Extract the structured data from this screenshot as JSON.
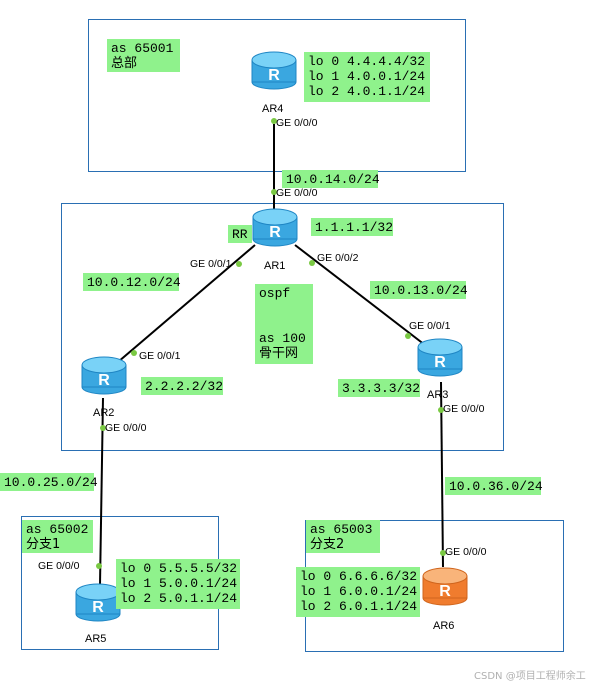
{
  "areas": {
    "hq": {
      "as": "as 65001",
      "name": "总部"
    },
    "backbone": {
      "proto": "ospf",
      "as": "as 100",
      "name": "骨干网"
    },
    "branch1": {
      "as": "as 65002",
      "name": "分支1"
    },
    "branch2": {
      "as": "as 65003",
      "name": "分支2"
    }
  },
  "routers": {
    "ar1": {
      "name": "AR1",
      "role": "RR",
      "loopback": "1.1.1.1/32",
      "color": "#3fb0e8"
    },
    "ar2": {
      "name": "AR2",
      "loopback": "2.2.2.2/32",
      "color": "#3fb0e8"
    },
    "ar3": {
      "name": "AR3",
      "loopback": "3.3.3.3/32",
      "color": "#3fb0e8"
    },
    "ar4": {
      "name": "AR4",
      "loopbacks": [
        "lo 0 4.4.4.4/32",
        "lo 1 4.0.0.1/24",
        "lo 2 4.0.1.1/24"
      ],
      "color": "#3fb0e8"
    },
    "ar5": {
      "name": "AR5",
      "loopbacks": [
        "lo 0 5.5.5.5/32",
        "lo 1 5.0.0.1/24",
        "lo 2 5.0.1.1/24"
      ],
      "color": "#3fb0e8"
    },
    "ar6": {
      "name": "AR6",
      "loopbacks": [
        "lo 0 6.6.6.6/32",
        "lo 1 6.0.0.1/24",
        "lo 2 6.0.1.1/24"
      ],
      "color": "#f28a3c"
    }
  },
  "links": {
    "ar1_ar4": {
      "subnet": "10.0.14.0/24",
      "port_ar4": "GE 0/0/0",
      "port_ar1": "GE 0/0/0"
    },
    "ar1_ar2": {
      "subnet": "10.0.12.0/24",
      "port_ar1": "GE 0/0/1",
      "port_ar2": "GE 0/0/1"
    },
    "ar1_ar3": {
      "subnet": "10.0.13.0/24",
      "port_ar1": "GE 0/0/2",
      "port_ar3": "GE 0/0/1"
    },
    "ar2_ar5": {
      "subnet": "10.0.25.0/24",
      "port_ar2": "GE 0/0/0",
      "port_ar5": "GE 0/0/0"
    },
    "ar3_ar6": {
      "subnet": "10.0.36.0/24",
      "port_ar3": "GE 0/0/0",
      "port_ar6": "GE 0/0/0"
    }
  },
  "watermark": "CSDN @项目工程师余工"
}
